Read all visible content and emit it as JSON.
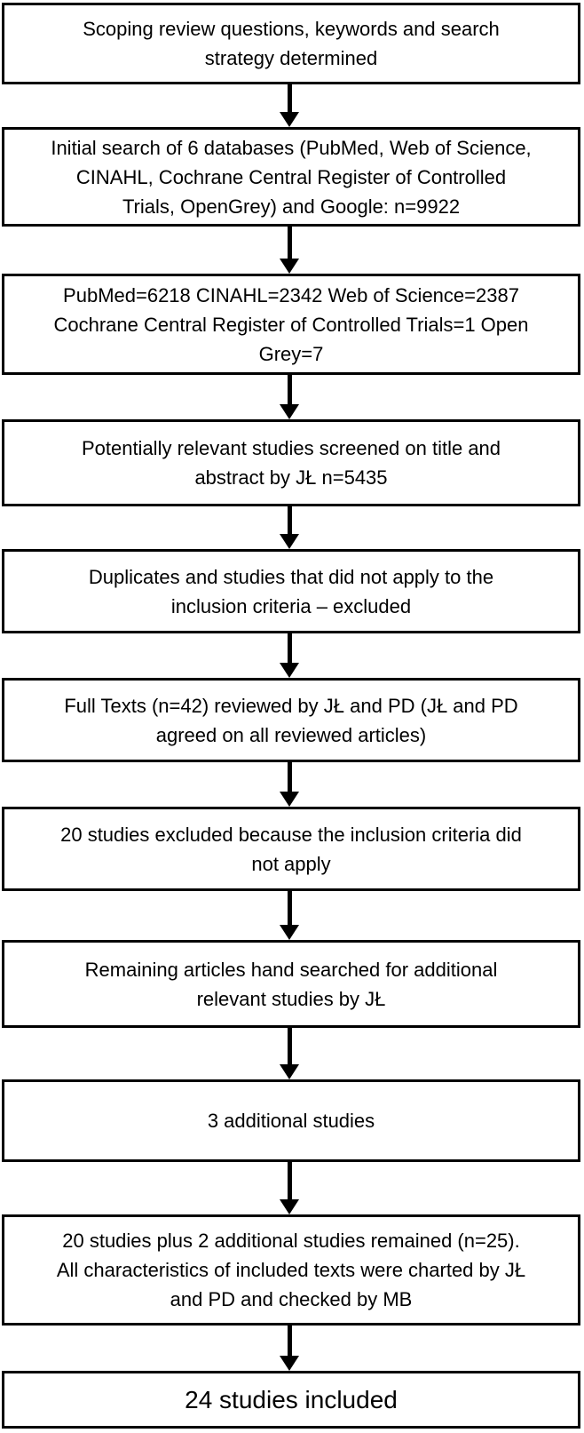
{
  "flowchart": {
    "type": "scoping-review-flow-diagram",
    "colors": {
      "box_border": "#000000",
      "box_background": "#ffffff",
      "text": "#000000",
      "arrow": "#000000"
    },
    "boxes": [
      {
        "id": "search-strategy",
        "text": "Scoping review questions, keywords and search\nstrategy determined"
      },
      {
        "id": "initial-search",
        "text": "Initial search of 6 databases (PubMed, Web of Science,\nCINAHL, Cochrane Central Register of Controlled\nTrials, OpenGrey) and Google: n=9922"
      },
      {
        "id": "database-counts",
        "text": "PubMed=6218 CINAHL=2342 Web of Science=2387\nCochrane Central Register of Controlled Trials=1 Open\nGrey=7"
      },
      {
        "id": "title-abstract-screening",
        "text": "Potentially relevant studies screened on title and\nabstract by JŁ n=5435"
      },
      {
        "id": "duplicates-excluded",
        "text": "Duplicates and studies that did not apply to the\ninclusion criteria – excluded"
      },
      {
        "id": "full-text-review",
        "text": "Full Texts (n=42) reviewed by JŁ and PD (JŁ and PD\nagreed on all reviewed articles)"
      },
      {
        "id": "studies-excluded",
        "text": "20 studies excluded because the inclusion criteria did\nnot apply"
      },
      {
        "id": "hand-search",
        "text": "Remaining articles hand searched for additional\nrelevant studies by JŁ"
      },
      {
        "id": "additional-studies",
        "text": "3 additional studies"
      },
      {
        "id": "studies-remained",
        "text": "20 studies plus 2 additional studies remained (n=25).\nAll characteristics of included texts were charted by JŁ\nand PD and checked by MB"
      },
      {
        "id": "studies-included",
        "text": "24 studies included"
      }
    ],
    "arrows": [
      {
        "from": 0,
        "to": 1
      },
      {
        "from": 1,
        "to": 2
      },
      {
        "from": 2,
        "to": 3
      },
      {
        "from": 3,
        "to": 4
      },
      {
        "from": 4,
        "to": 5
      },
      {
        "from": 5,
        "to": 6
      },
      {
        "from": 6,
        "to": 7
      },
      {
        "from": 7,
        "to": 8
      },
      {
        "from": 8,
        "to": 9
      },
      {
        "from": 9,
        "to": 10
      }
    ]
  }
}
